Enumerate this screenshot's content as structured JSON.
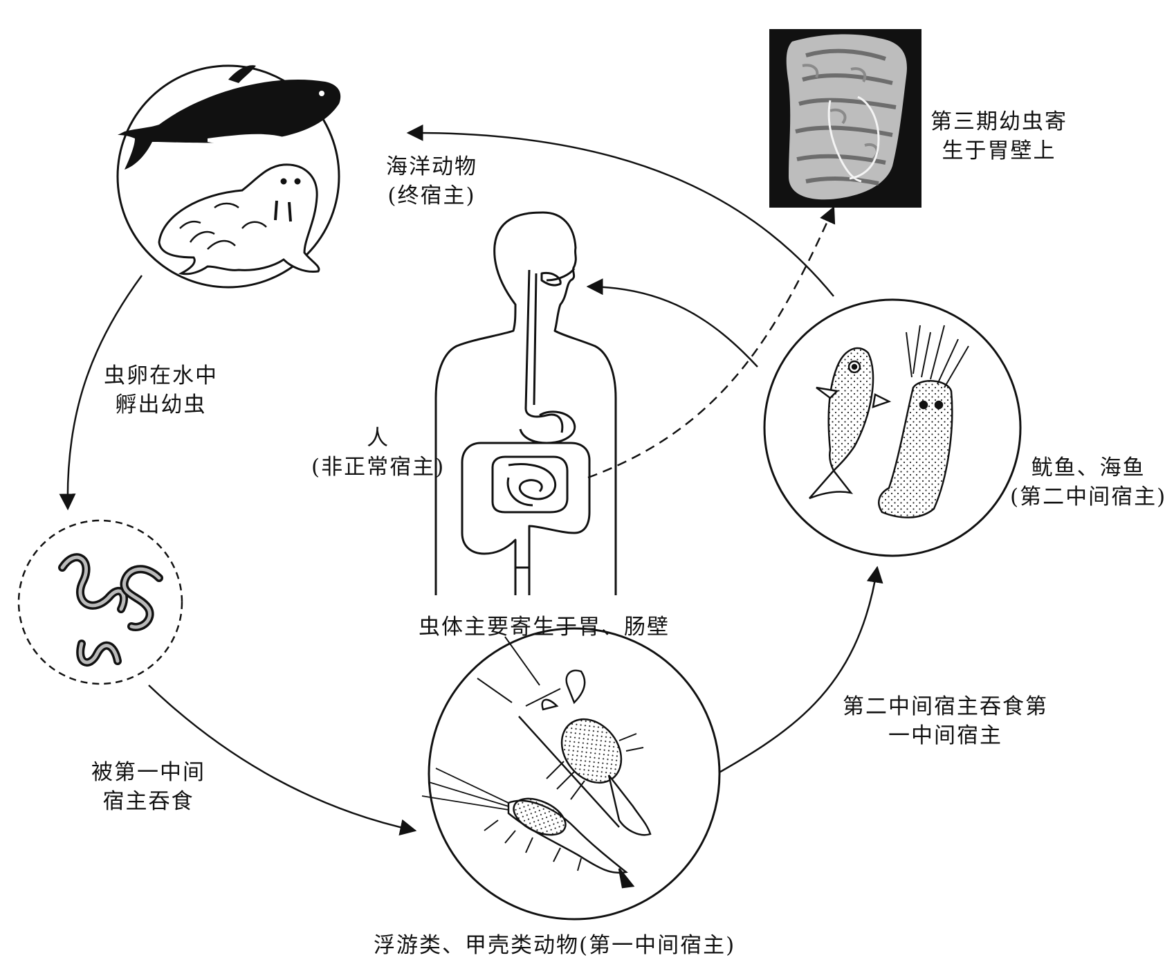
{
  "colors": {
    "ink": "#111111",
    "background": "#ffffff",
    "photo_bg": "#111111"
  },
  "nodes": {
    "final_host": {
      "line1": "海洋动物",
      "line2": "(终宿主)",
      "icons": [
        "whale-icon",
        "walrus-icon"
      ]
    },
    "larva_in_water": {
      "icons": [
        "larva-worm-icon"
      ]
    },
    "first_intermediate": {
      "label": "浮游类、甲壳类动物(第一中间宿主)",
      "icons": [
        "crayfish-icon",
        "shrimp-icon"
      ]
    },
    "second_intermediate": {
      "line1": "鱿鱼、海鱼",
      "line2": "(第二中间宿主)",
      "icons": [
        "fish-icon",
        "squid-icon"
      ]
    },
    "human": {
      "line1": "人",
      "line2": "(非正常宿主)",
      "caption": "虫体主要寄生于胃、肠壁",
      "icons": [
        "human-digestive-system-icon"
      ]
    },
    "stomach_photo": {
      "line1": "第三期幼虫寄",
      "line2": "生于胃壁上",
      "icons": [
        "stomach-wall-photo-icon"
      ]
    }
  },
  "edges": {
    "eggs_hatch": {
      "line1": "虫卵在水中",
      "line2": "孵出幼虫"
    },
    "eaten_by_first": {
      "line1": "被第一中间",
      "line2": "宿主吞食"
    },
    "second_eats_first": {
      "line1": "第二中间宿主吞食第",
      "line2": "一中间宿主"
    }
  }
}
